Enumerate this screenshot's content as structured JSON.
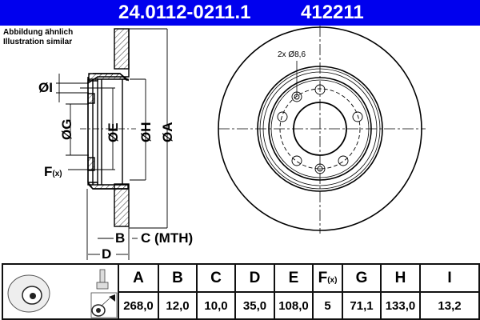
{
  "header": {
    "part_number": "24.0112-0211.1",
    "ean": "412211",
    "background_color": "#0000ee"
  },
  "note": {
    "line1": "Abbildung ähnlich",
    "line2": "Illustration similar"
  },
  "side_view_labels": {
    "dia_i": "ØI",
    "dia_g": "ØG",
    "dia_e": "ØE",
    "dia_h": "ØH",
    "dia_a": "ØA",
    "f": "F",
    "f_sub": "(x)",
    "b": "B",
    "c": "C (MTH)",
    "d": "D"
  },
  "front_view": {
    "hole_note": "2x Ø8,6"
  },
  "table": {
    "icons": [
      "brake-disc-icon",
      "bolt-icon",
      "screw-hole-icon"
    ],
    "headers": [
      "A",
      "B",
      "C",
      "D",
      "E",
      "F",
      "G",
      "H",
      "I"
    ],
    "f_header_sub": "(x)",
    "values": [
      "268,0",
      "12,0",
      "10,0",
      "35,0",
      "108,0",
      "5",
      "71,1",
      "133,0",
      "13,2"
    ]
  }
}
